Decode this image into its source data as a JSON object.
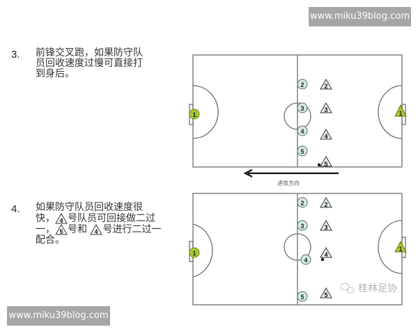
{
  "watermarks": {
    "top": "www.miku39blog.com",
    "bottom": "www.miku39blog.com"
  },
  "steps": [
    {
      "number": "3.",
      "text_lines": [
        "前锋交叉跑，如果防守队",
        "员回收速度过慢可直接打",
        "到身后。"
      ]
    },
    {
      "number": "4.",
      "line1": "如果防守队员回收速度很",
      "line2_pre": "快，",
      "line2_tri": "4",
      "line2_post": "号队员可回接做二过",
      "line3_pre": "一，",
      "line3_tri1": "5",
      "line3_mid": "号和 ",
      "line3_tri2": "4",
      "line3_post": "号进行二过一",
      "line4": "配合。"
    }
  ],
  "diagram_top": {
    "attack_direction_label": "进攻方向",
    "attacking_goalkeeper": "1",
    "defending_goalkeeper": "1",
    "circle_players": [
      "2",
      "3",
      "4",
      "5"
    ],
    "triangle_players": [
      "2",
      "3",
      "4",
      "5"
    ]
  },
  "diagram_bottom": {
    "attacking_goalkeeper": "1",
    "defending_goalkeeper": "1",
    "circle_players": [
      "2",
      "3",
      "4",
      "5"
    ],
    "triangle_players": [
      "2",
      "3",
      "4",
      "5"
    ],
    "wechat_watermark": "桂林足协"
  },
  "colors": {
    "line": "#6e6e6e",
    "circle_player_fill": "#d3ebe8",
    "goalkeeper_fill": "#a6c934",
    "triangle_fill": "#e9f3ef",
    "watermark_bg": "#a6a6a6"
  }
}
